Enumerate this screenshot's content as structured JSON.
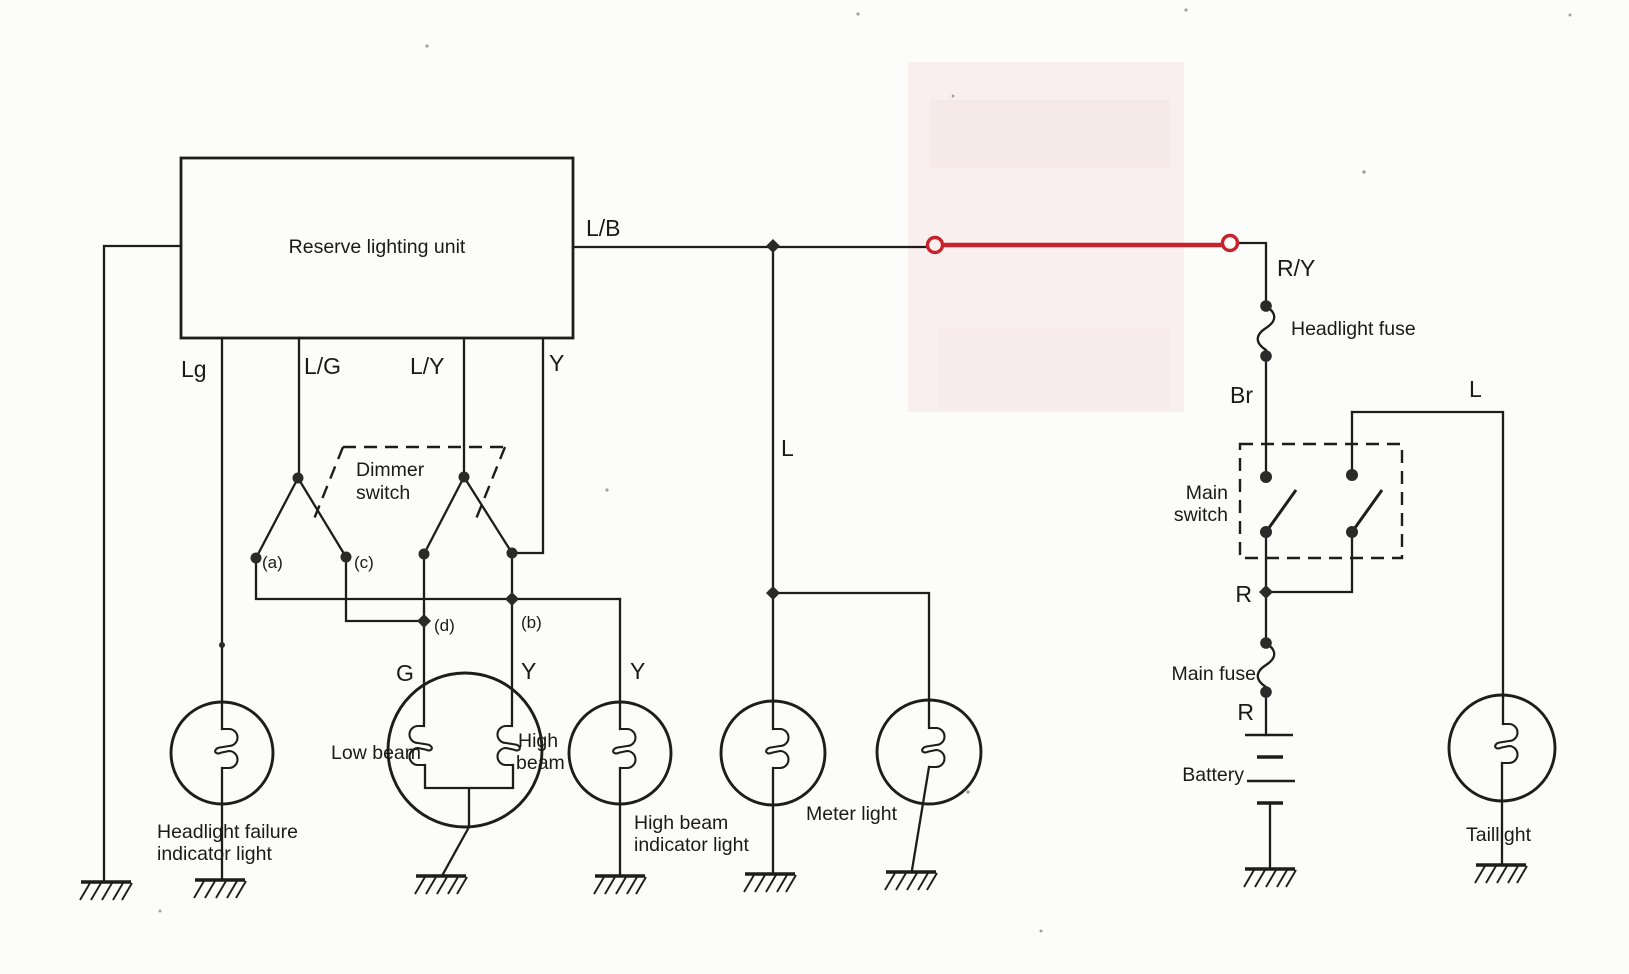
{
  "colors": {
    "ink": "#1d1d1d",
    "red": "#c8232c",
    "paper": "#fcfcfa",
    "pink": "#f3e2e2",
    "text": "#1a1a1a"
  },
  "unit_label": "Reserve lighting unit",
  "wires": {
    "lb": "L/B",
    "lg": "Lg",
    "l_g": "L/G",
    "l_y": "L/Y",
    "y_unit": "Y",
    "g": "G",
    "y_low": "Y",
    "y_indicator": "Y",
    "l_meter": "L",
    "ry": "R/Y",
    "br": "Br",
    "r_upper": "R",
    "r_lower": "R",
    "l_tail": "L"
  },
  "terminals": {
    "a": "(a)",
    "b": "(b)",
    "c": "(c)",
    "d": "(d)"
  },
  "components": {
    "dimmer_switch_1": "Dimmer",
    "dimmer_switch_2": "switch",
    "main_switch_1": "Main",
    "main_switch_2": "switch",
    "headlight_fuse": "Headlight fuse",
    "main_fuse": "Main fuse",
    "battery": "Battery",
    "taillight": "Taillight",
    "meter_light": "Meter light",
    "low_beam": "Low beam",
    "high_beam_1": "High",
    "high_beam_2": "beam",
    "headlight_failure_1": "Headlight failure",
    "headlight_failure_2": "indicator light",
    "high_beam_indicator_1": "High beam",
    "high_beam_indicator_2": "indicator light"
  }
}
